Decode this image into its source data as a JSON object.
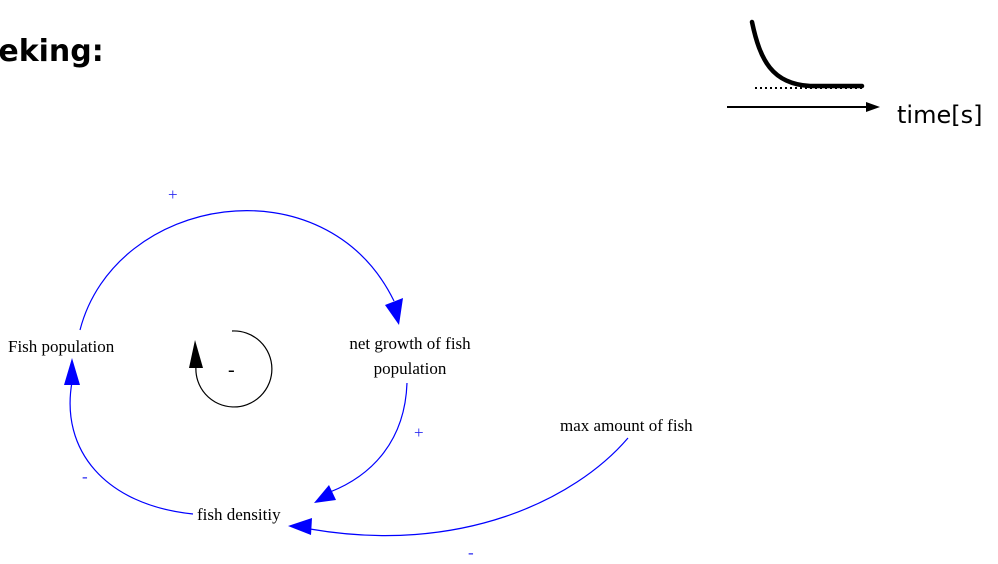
{
  "header": {
    "title": "eeking:"
  },
  "inset": {
    "axis_label": "time[s]"
  },
  "nodes": {
    "fish_population": "Fish population",
    "net_growth_line1": "net growth of fish",
    "net_growth_line2": "population",
    "fish_density": "fish densitiy",
    "max_amount": "max amount of fish"
  },
  "links": {
    "pop_to_growth": "+",
    "growth_to_density": "+",
    "density_to_pop": "-",
    "max_to_density": "-"
  },
  "loop": {
    "polarity": "-"
  },
  "colors": {
    "link": "#0000ff",
    "text": "#000000"
  }
}
